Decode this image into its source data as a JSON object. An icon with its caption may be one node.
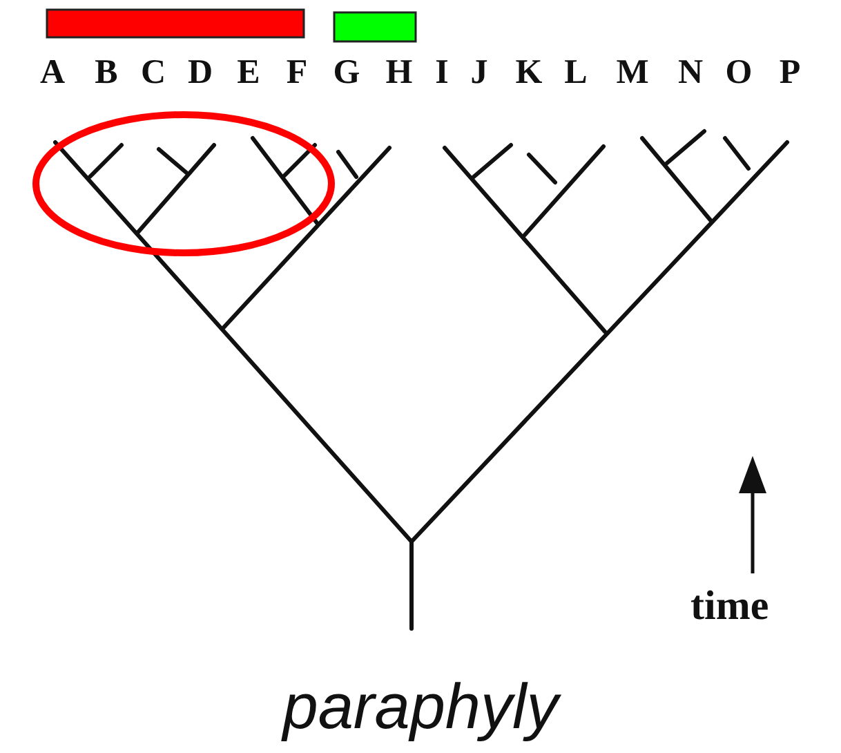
{
  "diagram": {
    "caption": "paraphyly",
    "labels": [
      "A",
      "B",
      "C",
      "D",
      "E",
      "F",
      "G",
      "H",
      "I",
      "J",
      "K",
      "L",
      "M",
      "N",
      "O",
      "P",
      "time"
    ]
  }
}
